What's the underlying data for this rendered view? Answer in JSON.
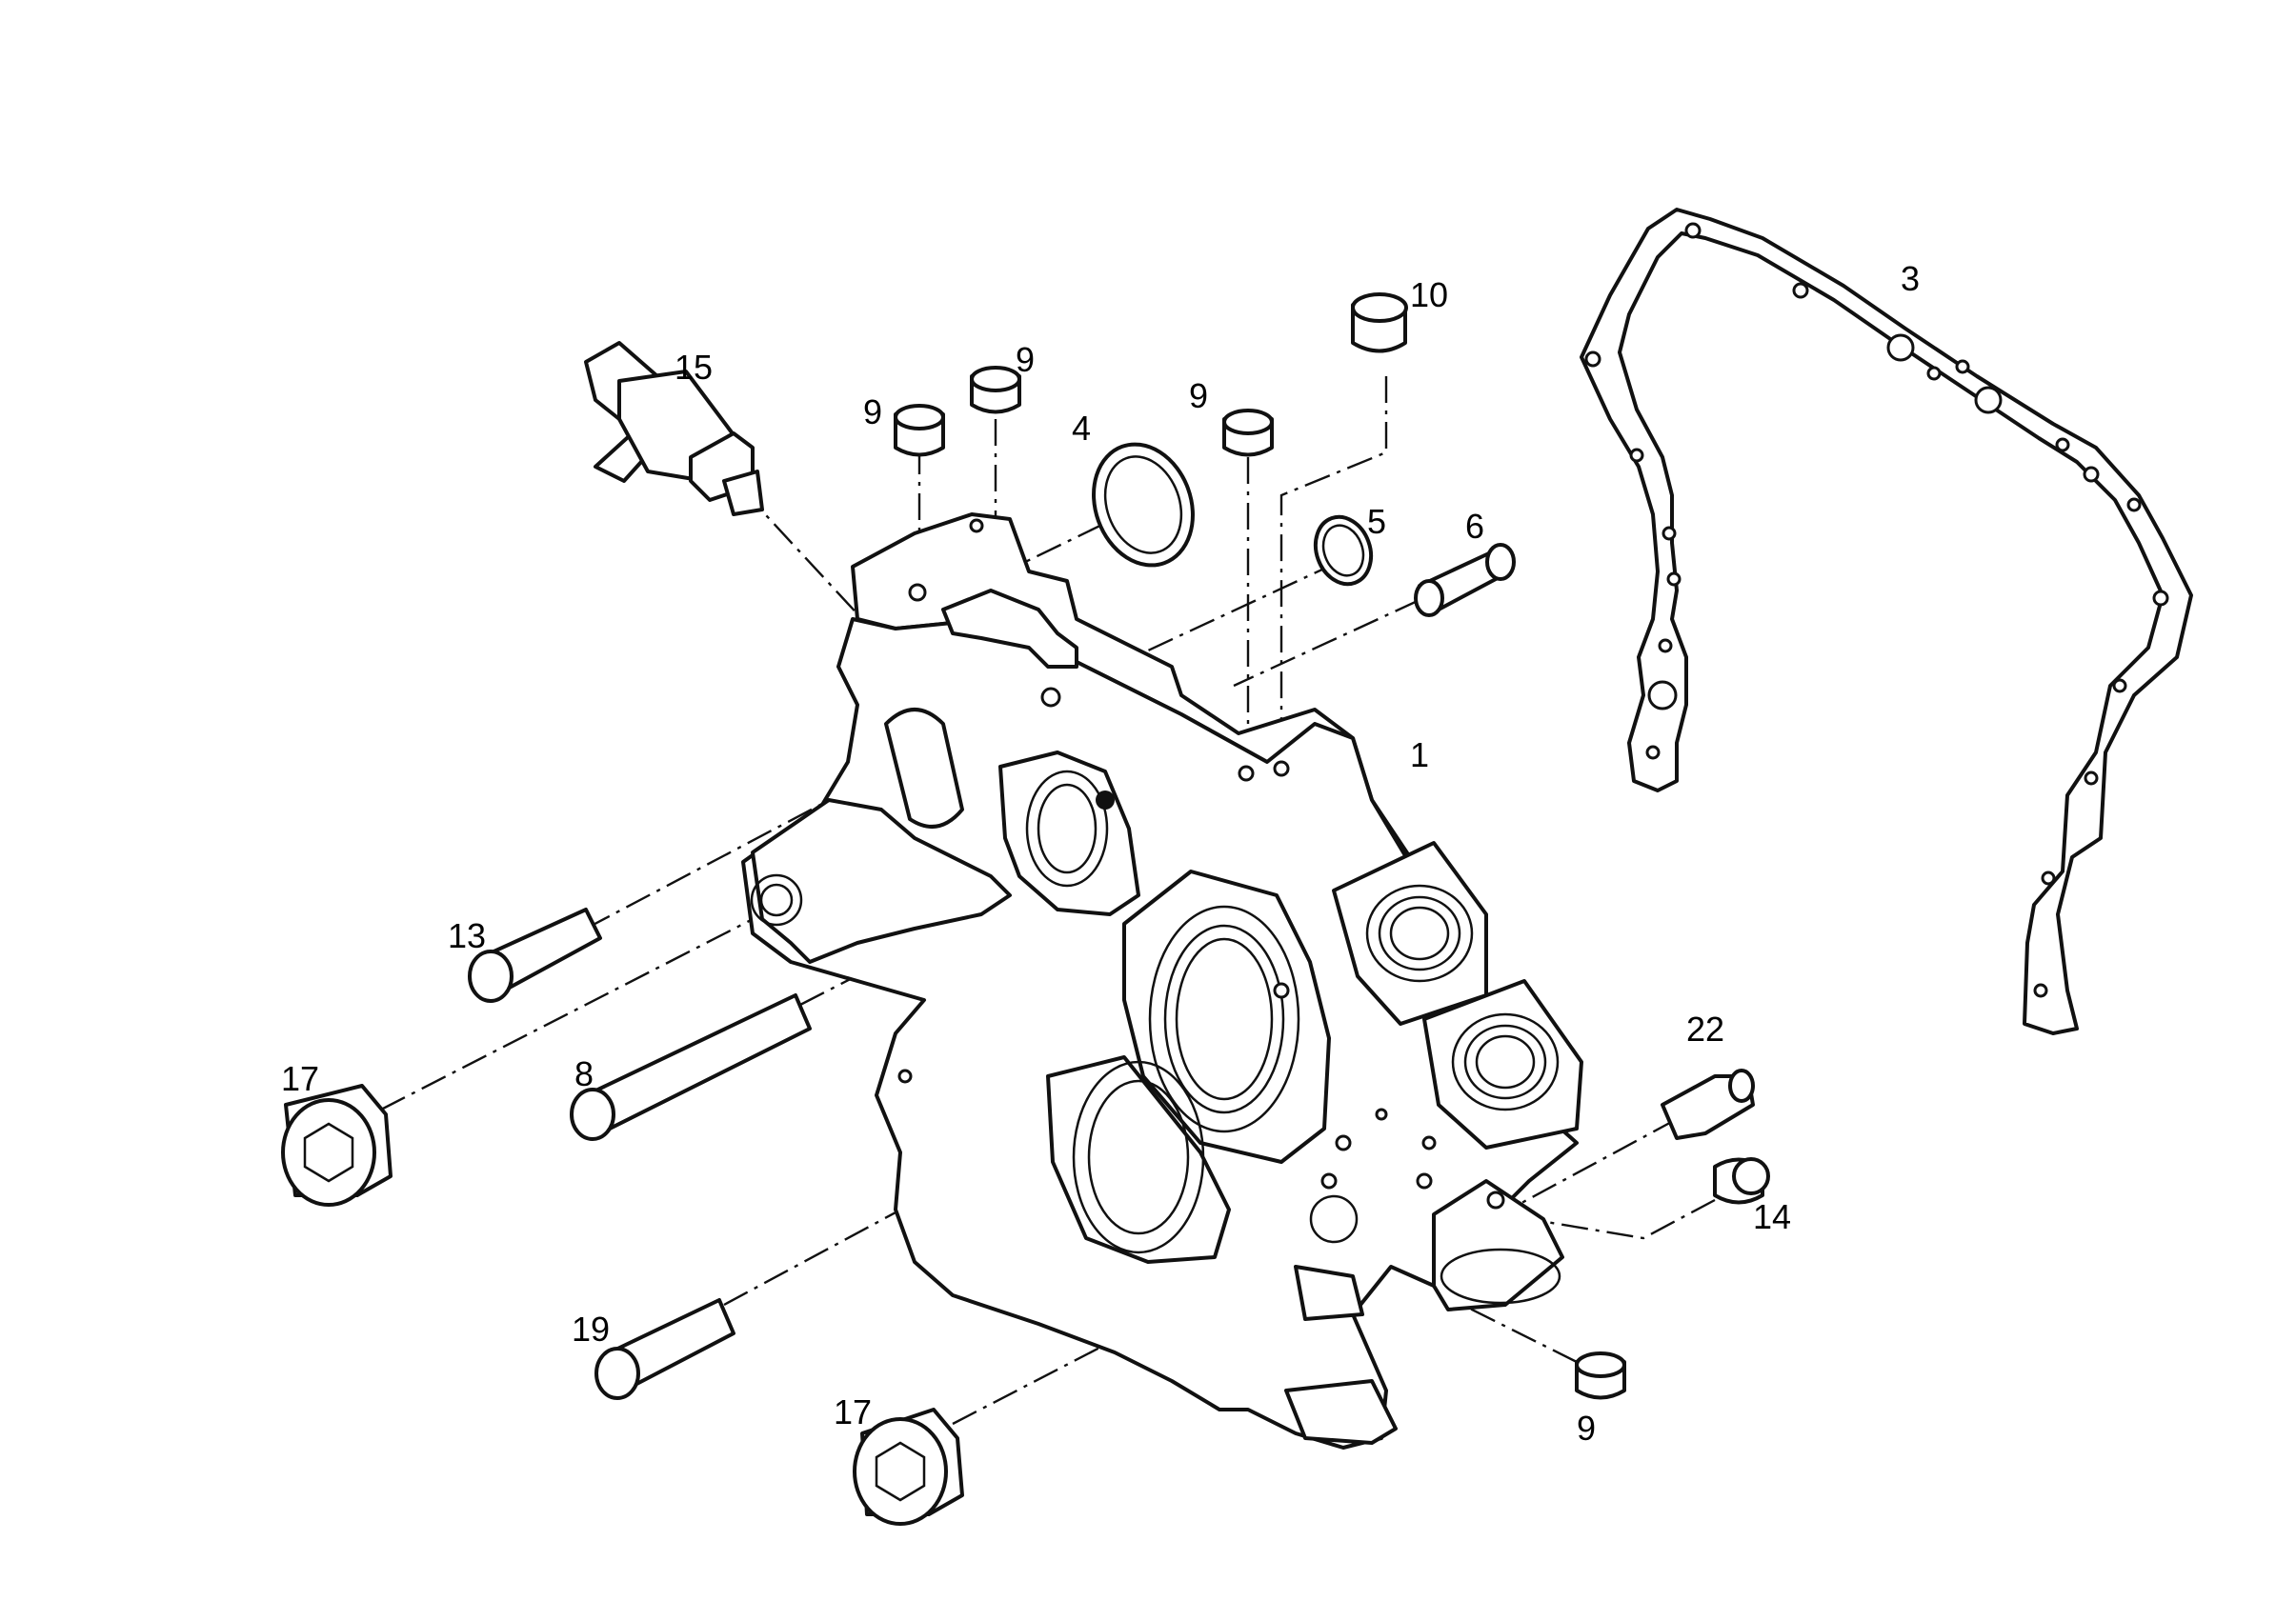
{
  "diagram": {
    "callouts": [
      {
        "id": "c15",
        "label": "15"
      },
      {
        "id": "c9a",
        "label": "9"
      },
      {
        "id": "c9b",
        "label": "9"
      },
      {
        "id": "c4",
        "label": "4"
      },
      {
        "id": "c9c",
        "label": "9"
      },
      {
        "id": "c10",
        "label": "10"
      },
      {
        "id": "c5",
        "label": "5"
      },
      {
        "id": "c6",
        "label": "6"
      },
      {
        "id": "c3",
        "label": "3"
      },
      {
        "id": "c1",
        "label": "1"
      },
      {
        "id": "c13",
        "label": "13"
      },
      {
        "id": "c17a",
        "label": "17"
      },
      {
        "id": "c8",
        "label": "8"
      },
      {
        "id": "c22",
        "label": "22"
      },
      {
        "id": "c14",
        "label": "14"
      },
      {
        "id": "c19",
        "label": "19"
      },
      {
        "id": "c17b",
        "label": "17"
      },
      {
        "id": "c9d",
        "label": "9"
      }
    ]
  }
}
